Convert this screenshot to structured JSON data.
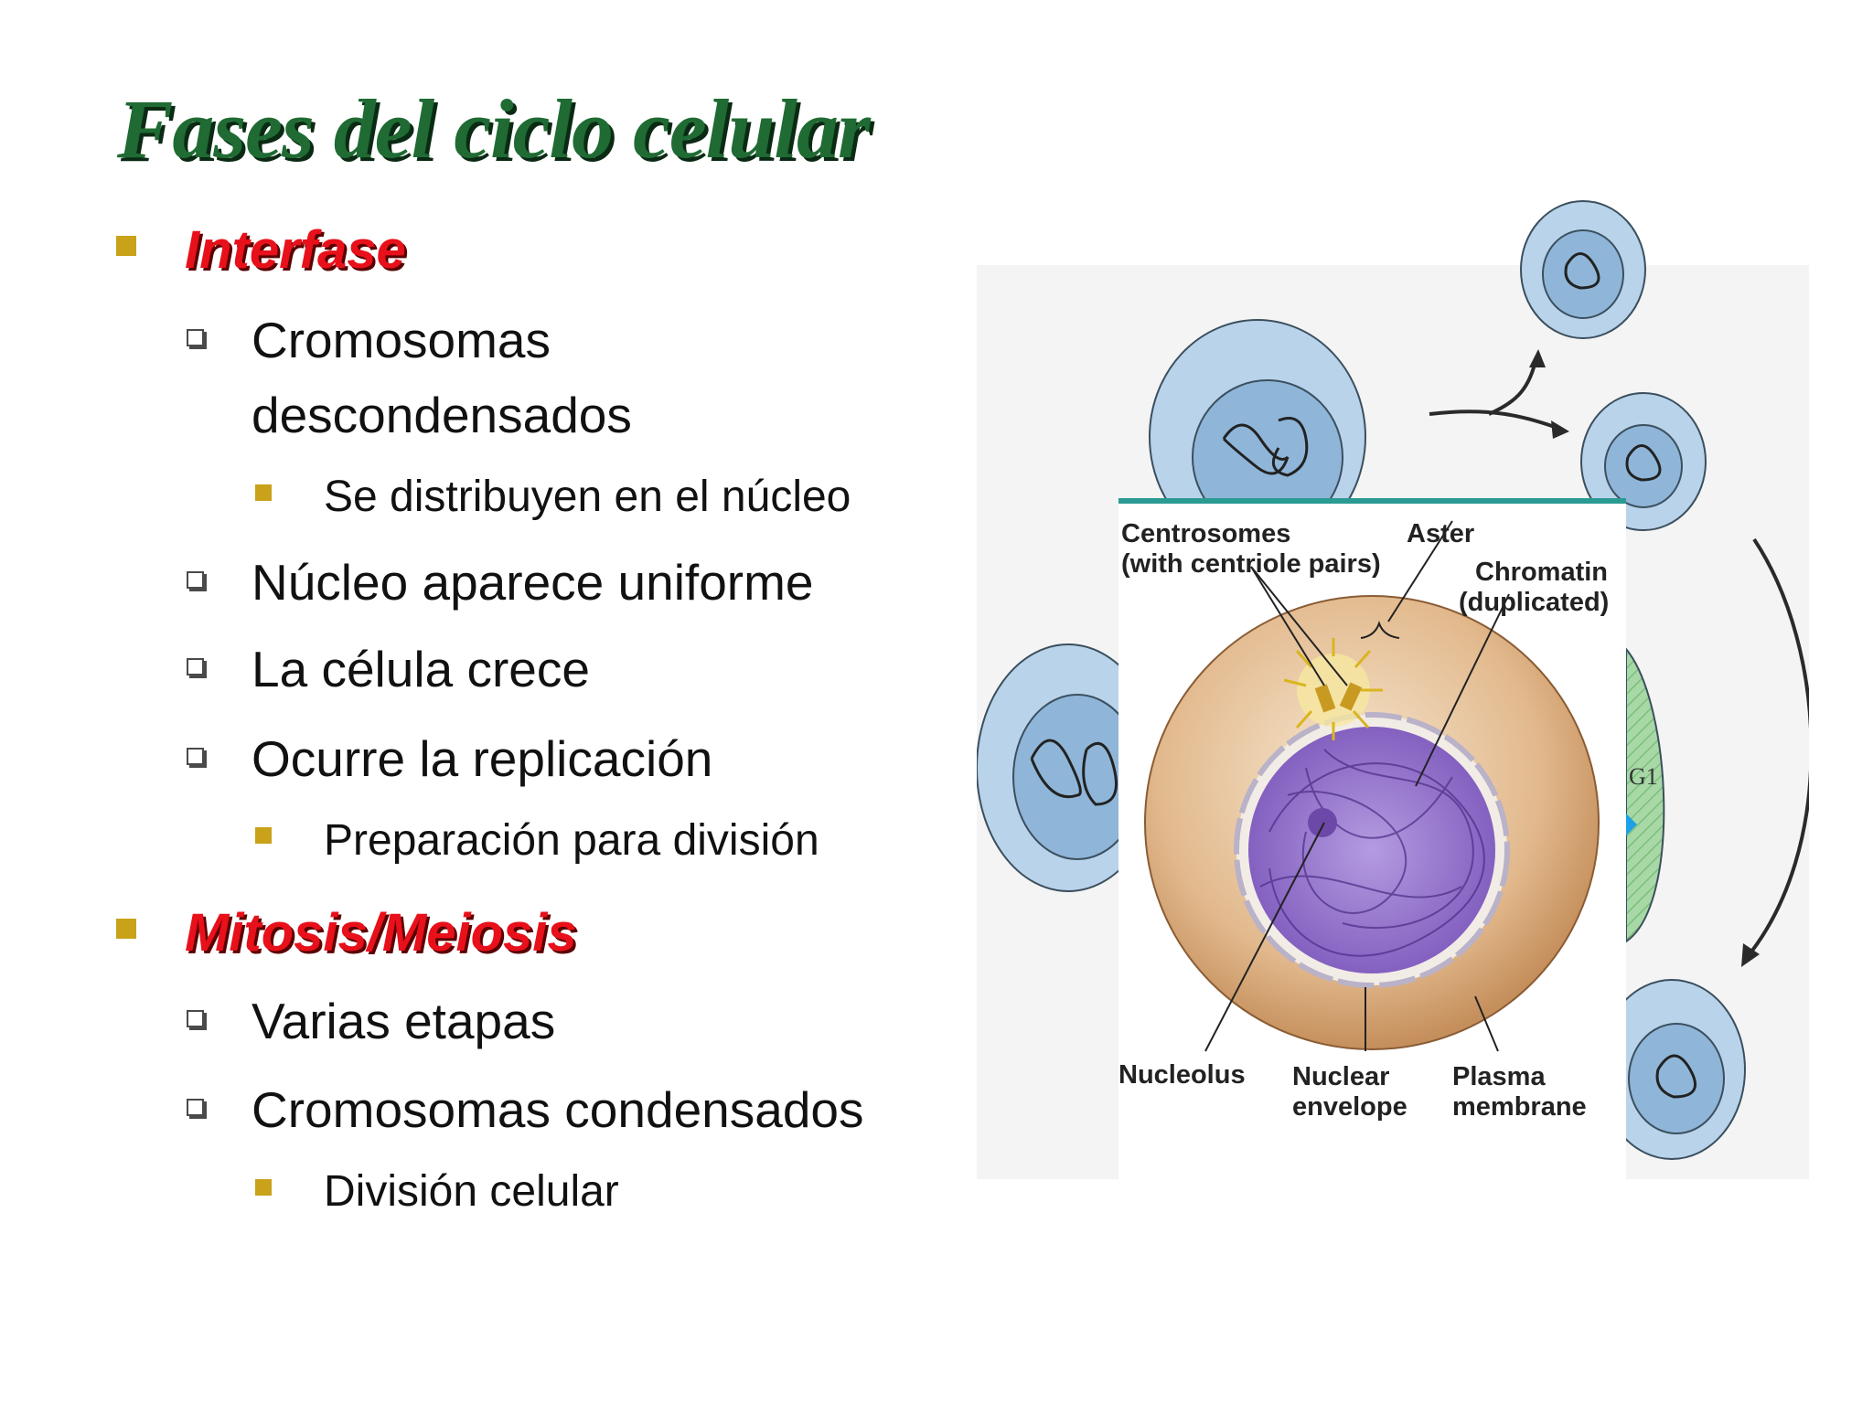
{
  "slide": {
    "title": "Fases del ciclo celular",
    "sections": [
      {
        "heading": "Interfase",
        "items": [
          {
            "line1": "Cromosomas",
            "line2": "descondensados",
            "sub": "Se distribuyen en el núcleo"
          },
          {
            "text": "Núcleo aparece uniforme"
          },
          {
            "text": "La célula crece"
          },
          {
            "text": "Ocurre la replicación",
            "sub": "Preparación para división"
          }
        ]
      },
      {
        "heading": "Mitosis/Meiosis",
        "items": [
          {
            "text": "Varias etapas"
          },
          {
            "text": "Cromosomas condensados",
            "sub": "División celular"
          }
        ]
      }
    ]
  },
  "figure": {
    "labels": {
      "centrosomes_1": "Centrosomes",
      "centrosomes_2": "(with centriole pairs)",
      "aster": "Aster",
      "chromatin_1": "Chromatin",
      "chromatin_2": "(duplicated)",
      "nucleolus": "Nucleolus",
      "nuclear_1": "Nuclear",
      "nuclear_2": "envelope",
      "plasma_1": "Plasma",
      "plasma_2": "membrane",
      "g1": "G1"
    },
    "colors": {
      "title_green": "#1f6b33",
      "heading_red": "#e8101a",
      "bullet_gold": "#c9a21a",
      "cell_blue": "#bcd6ec",
      "cytoplasm_tan": "#d6a878",
      "nucleus_purple": "#8a5fc0",
      "teal_bar": "#2a9a93"
    }
  }
}
